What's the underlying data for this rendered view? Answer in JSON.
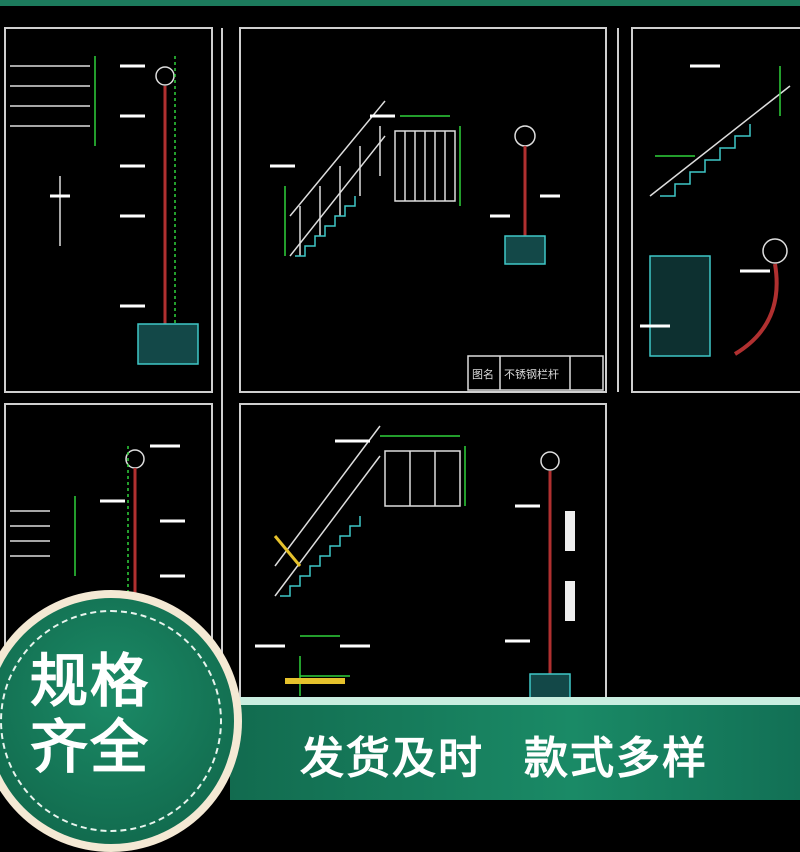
{
  "drawing": {
    "title_block_label": "图名",
    "title_block_name": "不锈钢栏杆"
  },
  "badge": {
    "line1": "规格",
    "line2": "齐全"
  },
  "banner": {
    "text1": "发货及时",
    "text2": "款式多样"
  },
  "colors": {
    "brand_green": "#1a8a66",
    "cream": "#f4e9d4",
    "cad_cyan": "#3fc7c7",
    "cad_green": "#2fd13a",
    "cad_red": "#b03030"
  }
}
